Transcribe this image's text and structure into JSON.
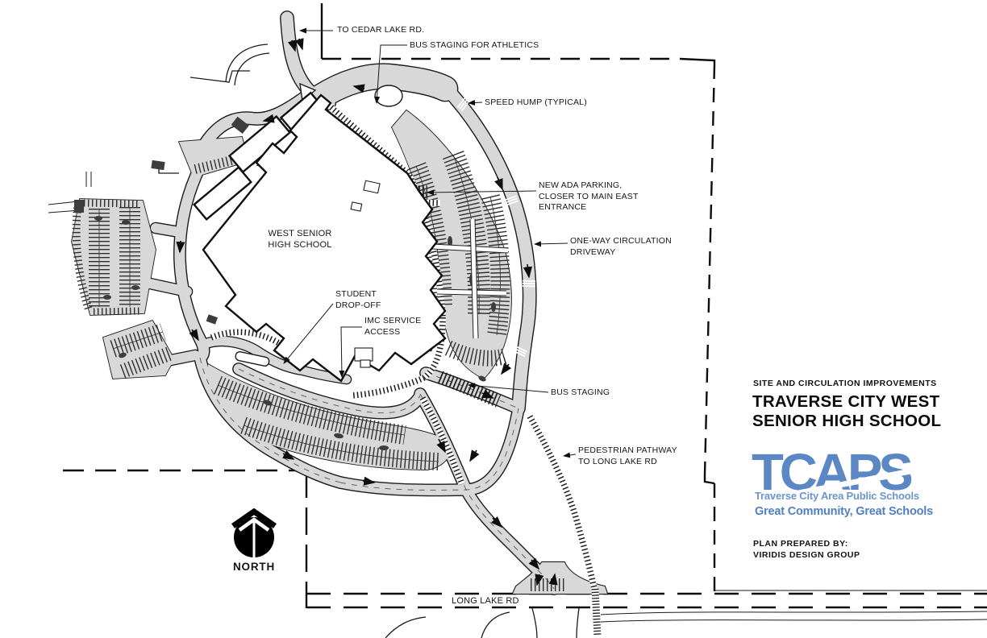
{
  "annotations": {
    "to_cedar_lake": "TO CEDAR LAKE RD.",
    "bus_staging_athletics": "BUS STAGING FOR ATHLETICS",
    "speed_hump": "SPEED HUMP (TYPICAL)",
    "new_ada_parking": "NEW ADA PARKING,\nCLOSER TO MAIN EAST\nENTRANCE",
    "one_way_circulation": "ONE-WAY CIRCULATION\nDRIVEWAY",
    "building": "WEST SENIOR\nHIGH SCHOOL",
    "student_dropoff": "STUDENT\nDROP-OFF",
    "imc_service": "IMC SERVICE\nACCESS",
    "bus_staging": "BUS STAGING",
    "pedestrian_pathway": "PEDESTRIAN PATHWAY\nTO LONG LAKE RD",
    "long_lake_rd": "LONG LAKE RD"
  },
  "compass": {
    "label": "NORTH"
  },
  "title_block": {
    "project_type": "SITE AND CIRCULATION IMPROVEMENTS",
    "project_name_line1": "TRAVERSE CITY WEST",
    "project_name_line2": "SENIOR HIGH SCHOOL",
    "logo_text": "TCAPS",
    "logo_subtitle": "Traverse City Area Public Schools",
    "logo_tagline": "Great Community, Great Schools",
    "prepared_by": "PLAN PREPARED BY:\nVIRIDIS DESIGN GROUP"
  },
  "colors": {
    "road_fill": "#d8d8d8",
    "line": "#1b1b1b",
    "logo_blue": "#5b87c5",
    "subtitle_blue": "#6c95cc",
    "tagline_blue": "#4f80c3",
    "background": "#ffffff"
  }
}
